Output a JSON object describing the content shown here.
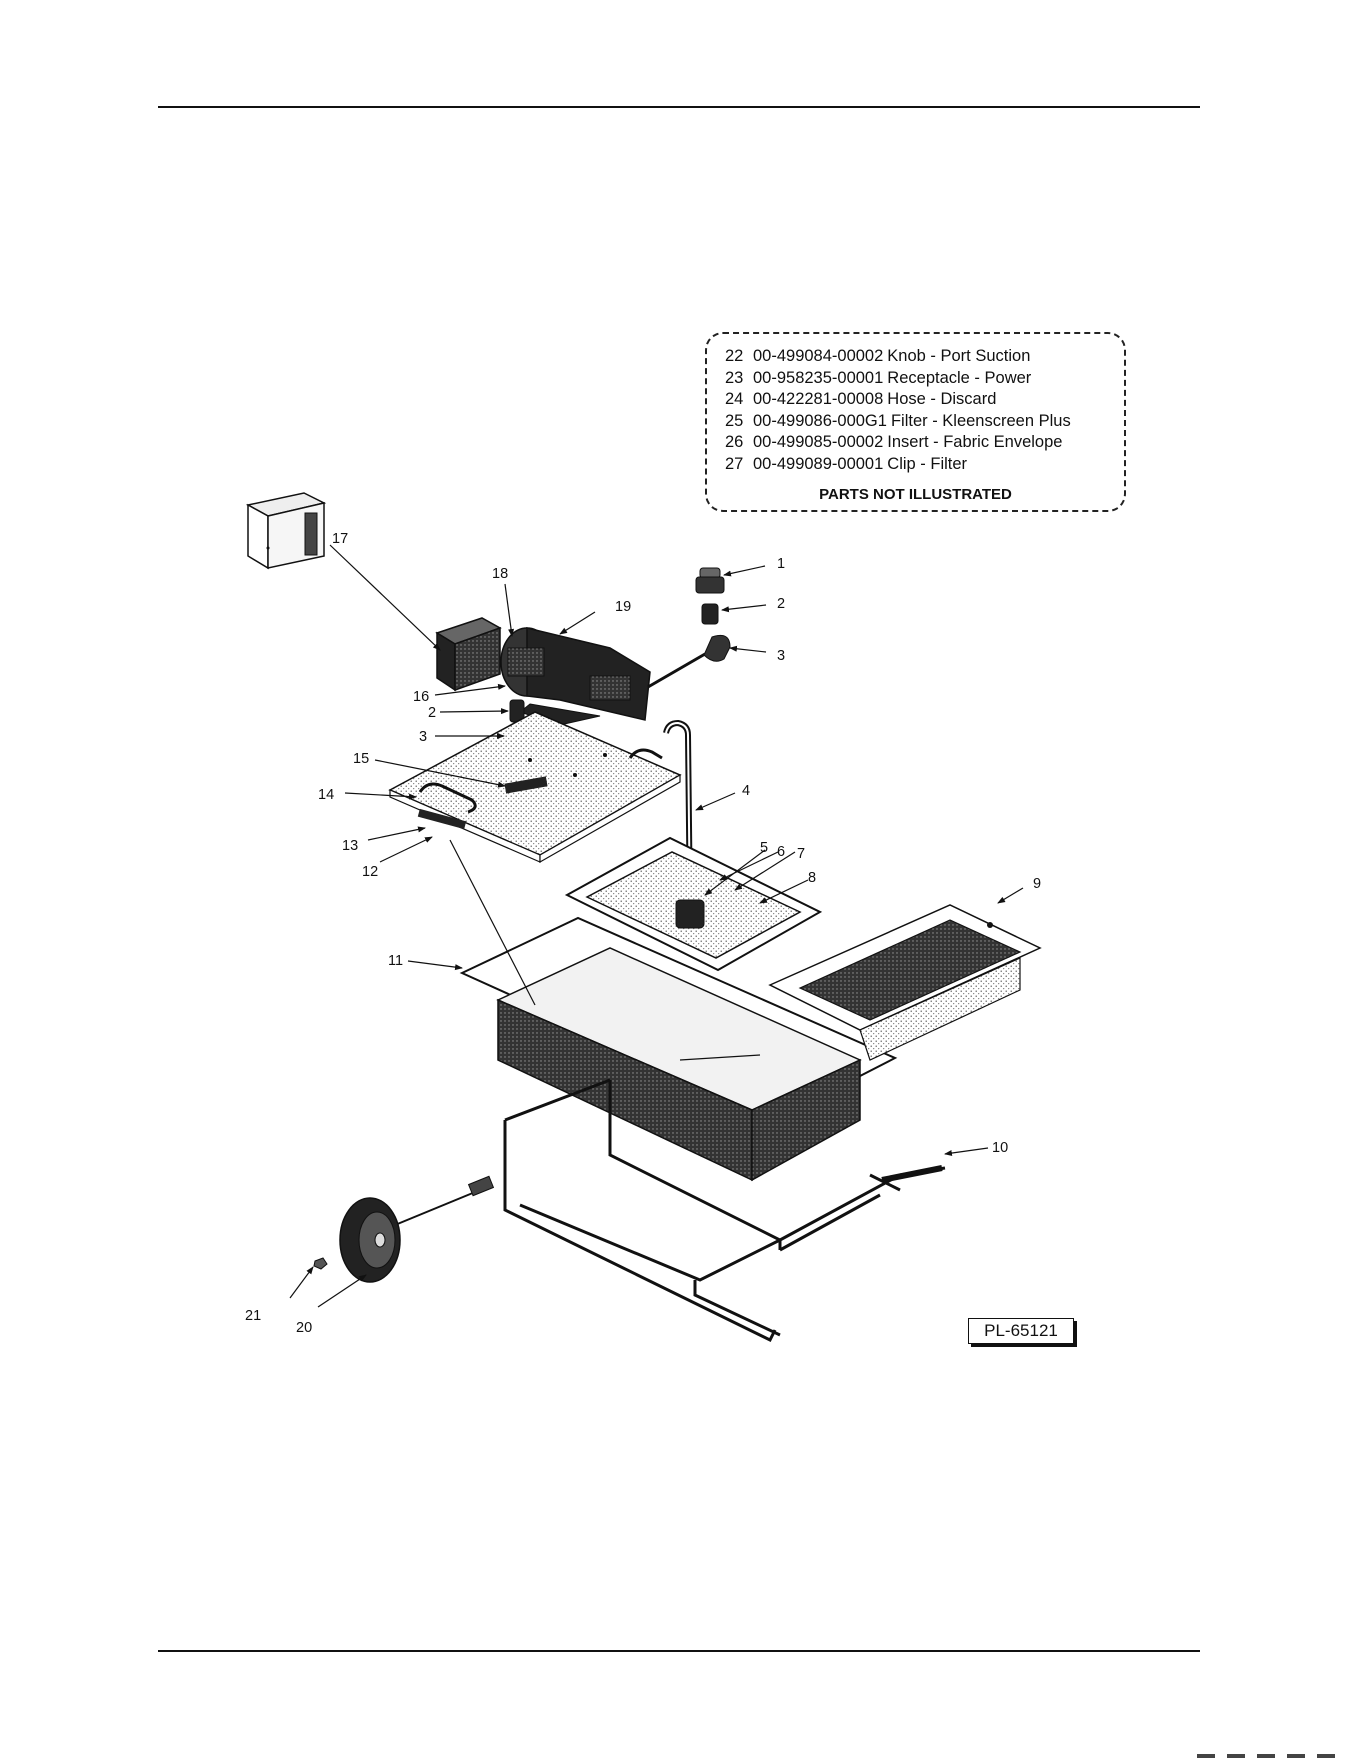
{
  "legend": {
    "items": [
      {
        "num": "22",
        "part": "00-499084-00002",
        "desc": "Knob - Port Suction"
      },
      {
        "num": "23",
        "part": "00-958235-00001",
        "desc": "Receptacle - Power"
      },
      {
        "num": "24",
        "part": "00-422281-00008",
        "desc": "Hose - Discard"
      },
      {
        "num": "25",
        "part": "00-499086-000G1",
        "desc": "Filter - Kleenscreen Plus"
      },
      {
        "num": "26",
        "part": "00-499085-00002",
        "desc": "Insert - Fabric Envelope"
      },
      {
        "num": "27",
        "part": "00-499089-00001",
        "desc": "Clip - Filter"
      }
    ],
    "caption": "PARTS NOT ILLUSTRATED"
  },
  "callouts": {
    "c1": "1",
    "c2a": "2",
    "c3a": "3",
    "c4": "4",
    "c5": "5",
    "c6": "6",
    "c7": "7",
    "c8": "8",
    "c9": "9",
    "c10": "10",
    "c11": "11",
    "c12": "12",
    "c13": "13",
    "c14": "14",
    "c15": "15",
    "c16": "16",
    "c17": "17",
    "c18": "18",
    "c19": "19",
    "c2b": "2",
    "c3b": "3",
    "c20": "20",
    "c21": "21"
  },
  "figure_id": "PL-65121"
}
